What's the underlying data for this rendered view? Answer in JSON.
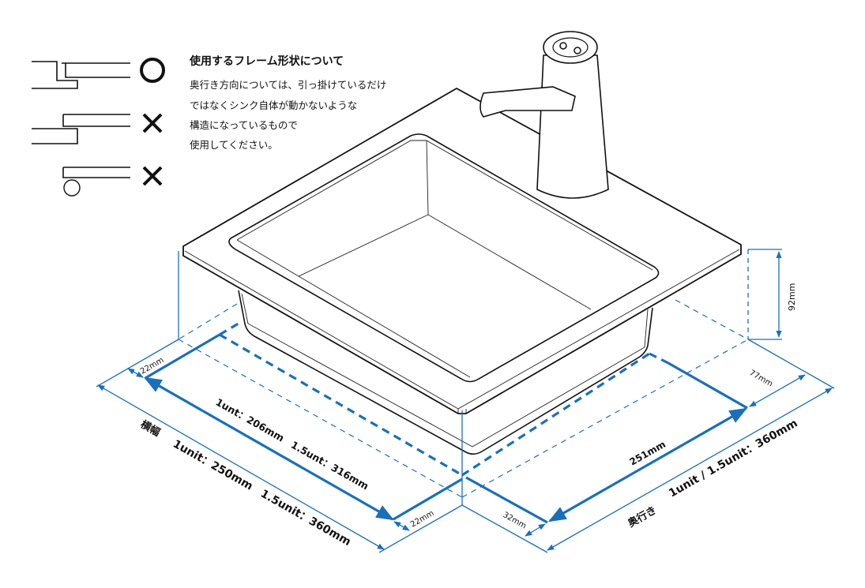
{
  "legend": {
    "title": "使用するフレーム形状について",
    "lines": [
      "奥行き方向については、引っ掛けているだけ",
      "ではなくシンク自体が動かないような",
      "構造になっているもので",
      "使用してください。"
    ],
    "marks": [
      "○",
      "✕",
      "✕"
    ]
  },
  "dimensions": {
    "width_title": "横幅",
    "width_outer": "1unit：250mm　1.5unit：360mm",
    "width_inner": "1unt：206mm　1.5unt：316mm",
    "left_margin_top": "22mm",
    "left_margin_bottom": "22mm",
    "depth_title": "奥行き",
    "depth_outer": "1unit / 1.5unit：360mm",
    "depth_inner": "251mm",
    "depth_front": "32mm",
    "depth_back": "77mm",
    "height": "92mm"
  },
  "colors": {
    "dimension": "#1a6fba",
    "line": "#111111"
  }
}
